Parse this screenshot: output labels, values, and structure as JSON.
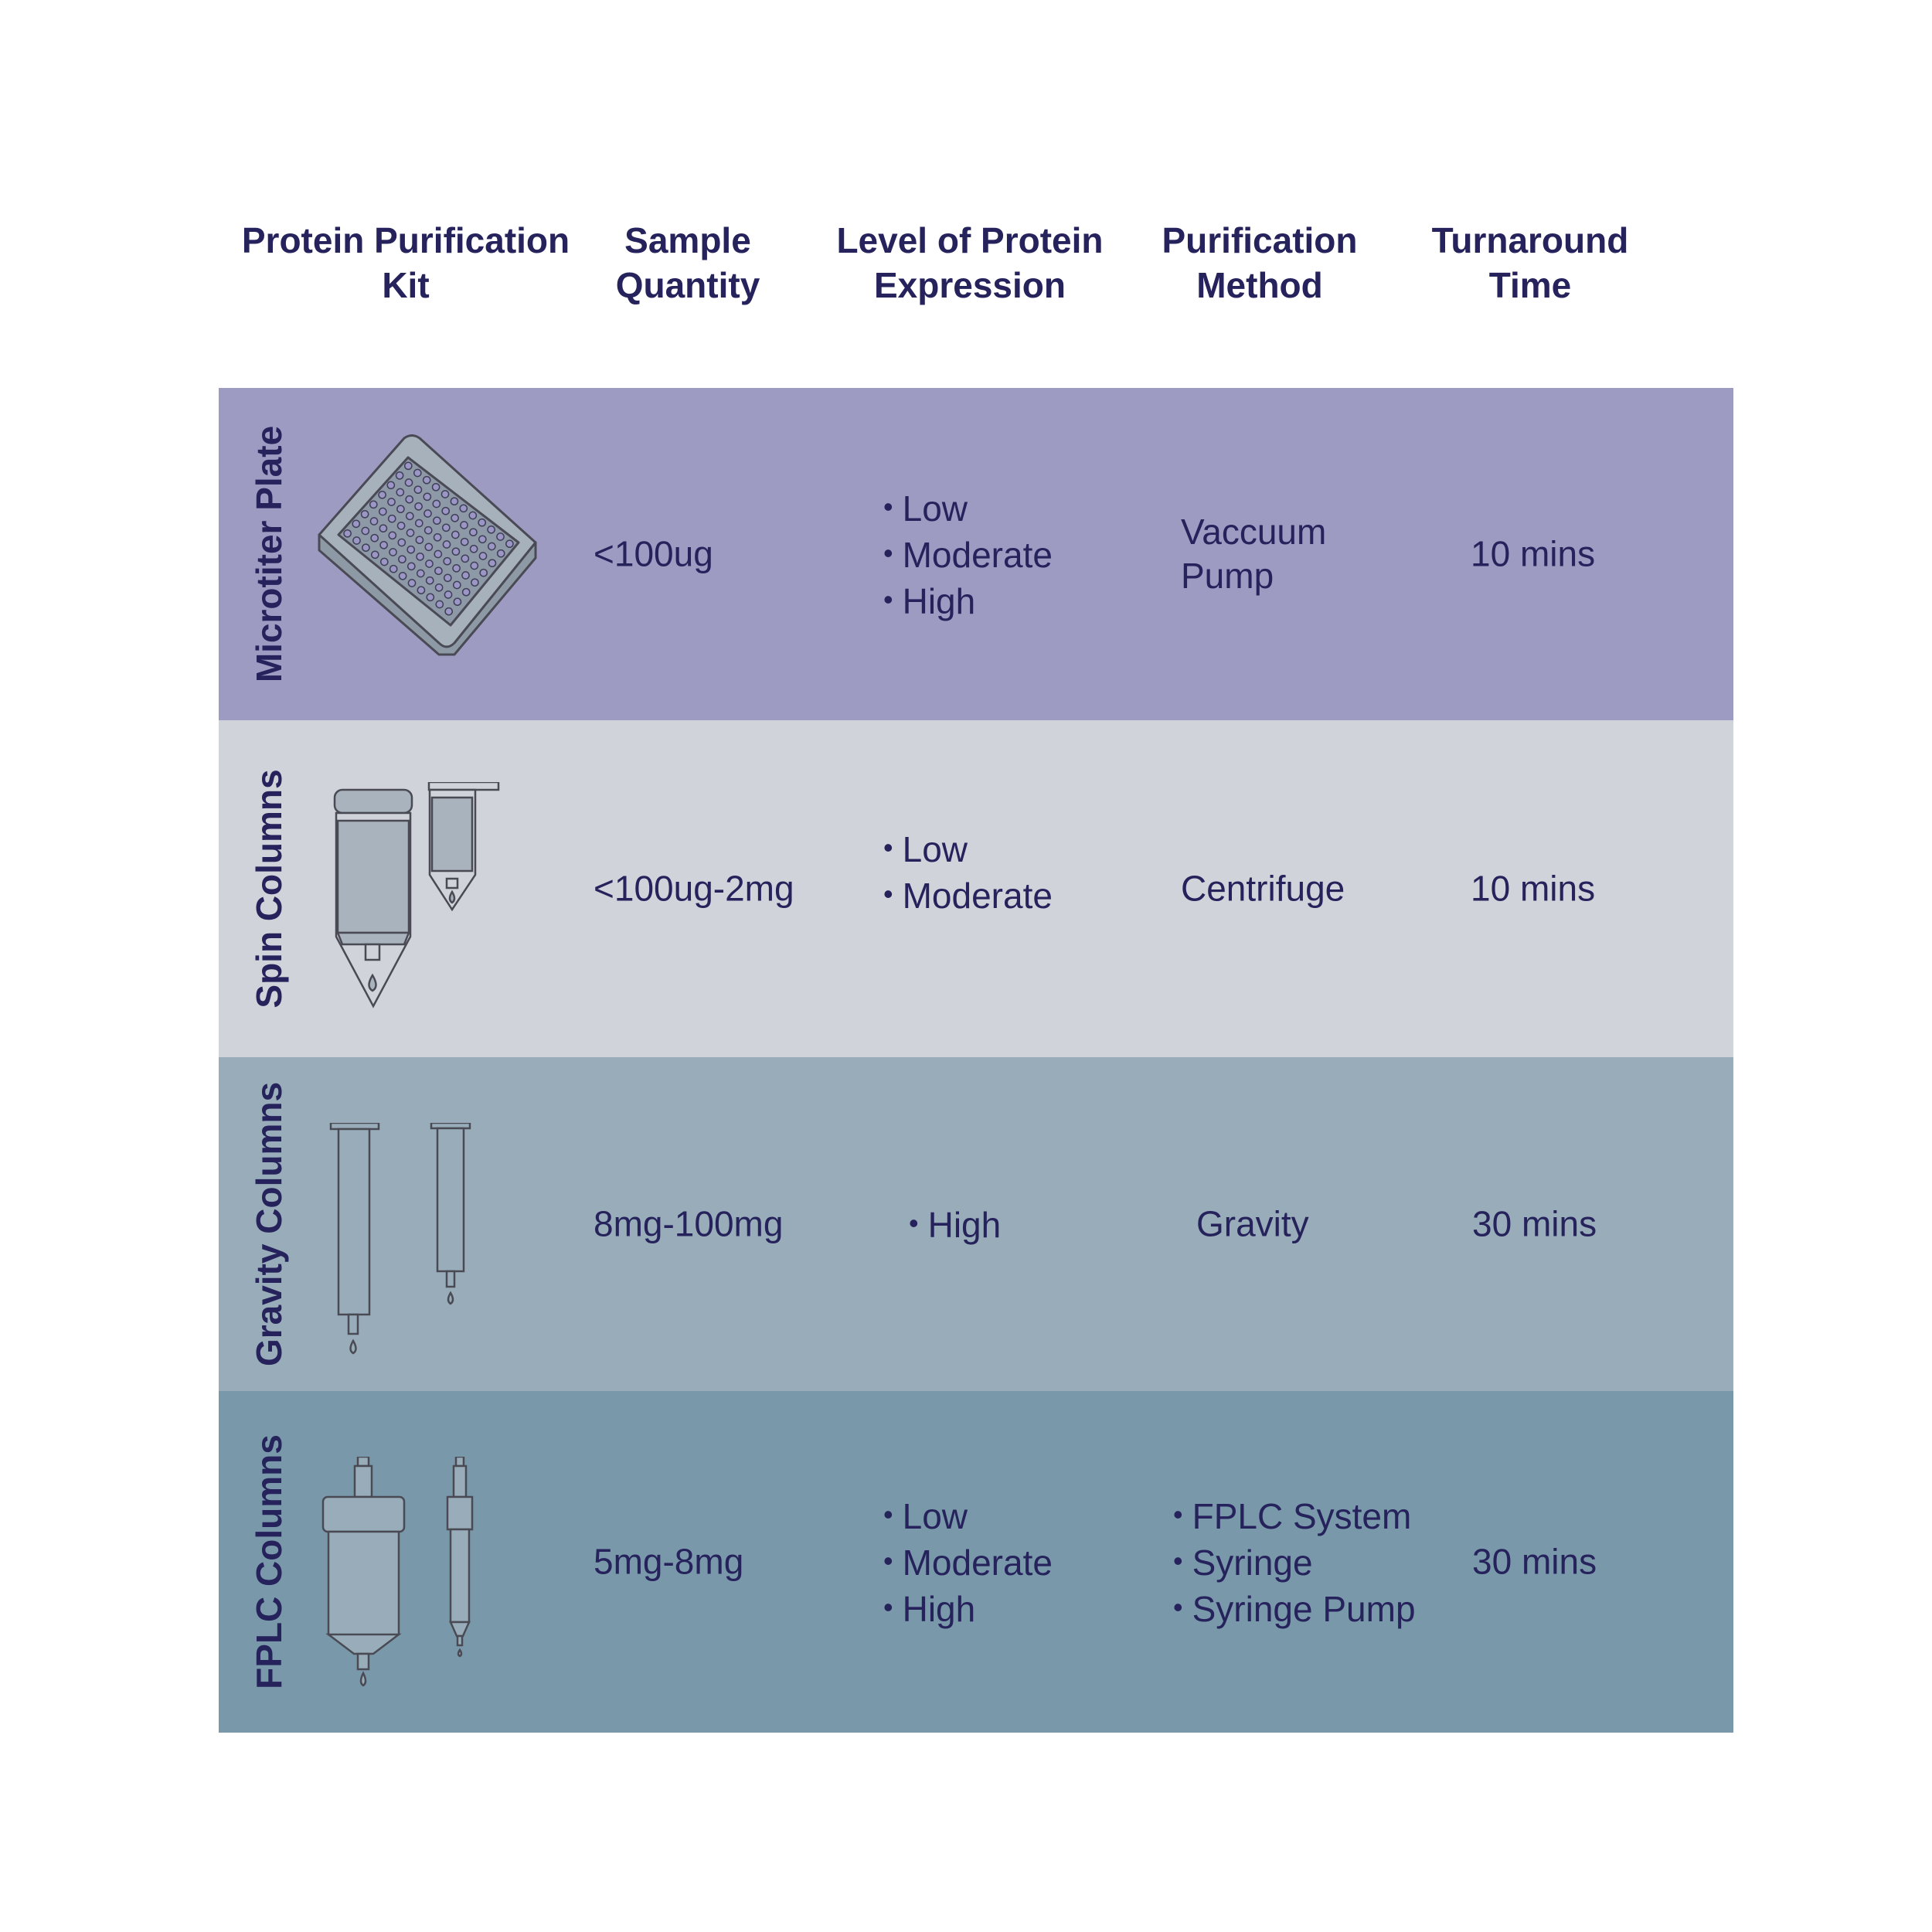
{
  "headers": [
    "Protein Purification\nKit",
    "Sample\nQuantity",
    "Level of Protein\nExpression",
    "Purification\nMethod",
    "Turnaround\nTime"
  ],
  "rows": [
    {
      "kit": "Microtiter Plate",
      "sample_quantity": "<100ug",
      "expression": [
        "Low",
        "Moderate",
        "High"
      ],
      "method": [
        "Vaccuum",
        "Pump"
      ],
      "turnaround": "10 mins",
      "color": "#9d9bc2",
      "icon": "microtiter-plate-icon"
    },
    {
      "kit": "Spin Columns",
      "sample_quantity": "<100ug-2mg",
      "expression": [
        "Low",
        "Moderate"
      ],
      "method": [
        "Centrifuge"
      ],
      "turnaround": "10 mins",
      "color": "#d0d3d9",
      "icon": "spin-column-icon"
    },
    {
      "kit": "Gravity  Columns",
      "sample_quantity": "8mg-100mg",
      "expression": [
        "High"
      ],
      "method": [
        "Gravity"
      ],
      "turnaround": "30 mins",
      "color": "#98adb9",
      "icon": "gravity-column-icon"
    },
    {
      "kit": "FPLC Columns",
      "sample_quantity": "5mg-8mg",
      "expression": [
        "Low",
        "Moderate",
        "High"
      ],
      "method": [
        "FPLC System",
        "Syringe",
        "Syringe Pump"
      ],
      "method_bulleted": true,
      "turnaround": "30 mins",
      "color": "#7999aa",
      "icon": "fplc-column-icon"
    }
  ]
}
